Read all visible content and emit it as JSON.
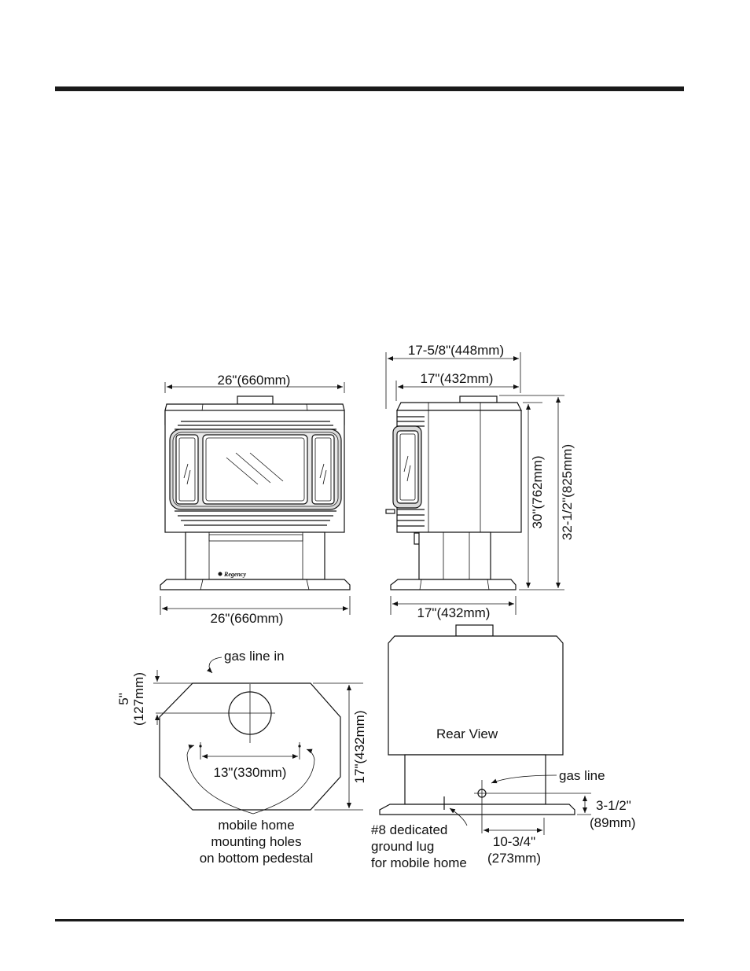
{
  "front_view": {
    "top_width": "26\"(660mm)",
    "base_width": "26\"(660mm)",
    "logo": "Regency"
  },
  "side_view": {
    "overall_depth": "17-5/8\"(448mm)",
    "body_depth": "17\"(432mm)",
    "base_depth": "17\"(432mm)",
    "body_height": "30\"(762mm)",
    "overall_height": "32-1/2\"(825mm)"
  },
  "bottom_view": {
    "gas_line_in": "gas line in",
    "offset_in": "5\"",
    "offset_mm": "(127mm)",
    "depth": "17\"(432mm)",
    "hole_spacing": "13\"(330mm)",
    "mounting_note": [
      "mobile home",
      "mounting holes",
      "on bottom pedestal"
    ]
  },
  "rear_view": {
    "title": "Rear View",
    "gas_line": "gas line",
    "height_in": "3-1/2\"",
    "height_mm": "(89mm)",
    "offset_in": "10-3/4\"",
    "offset_mm": "(273mm)",
    "ground_note": [
      "#8 dedicated",
      "ground lug",
      "for mobile home"
    ]
  }
}
